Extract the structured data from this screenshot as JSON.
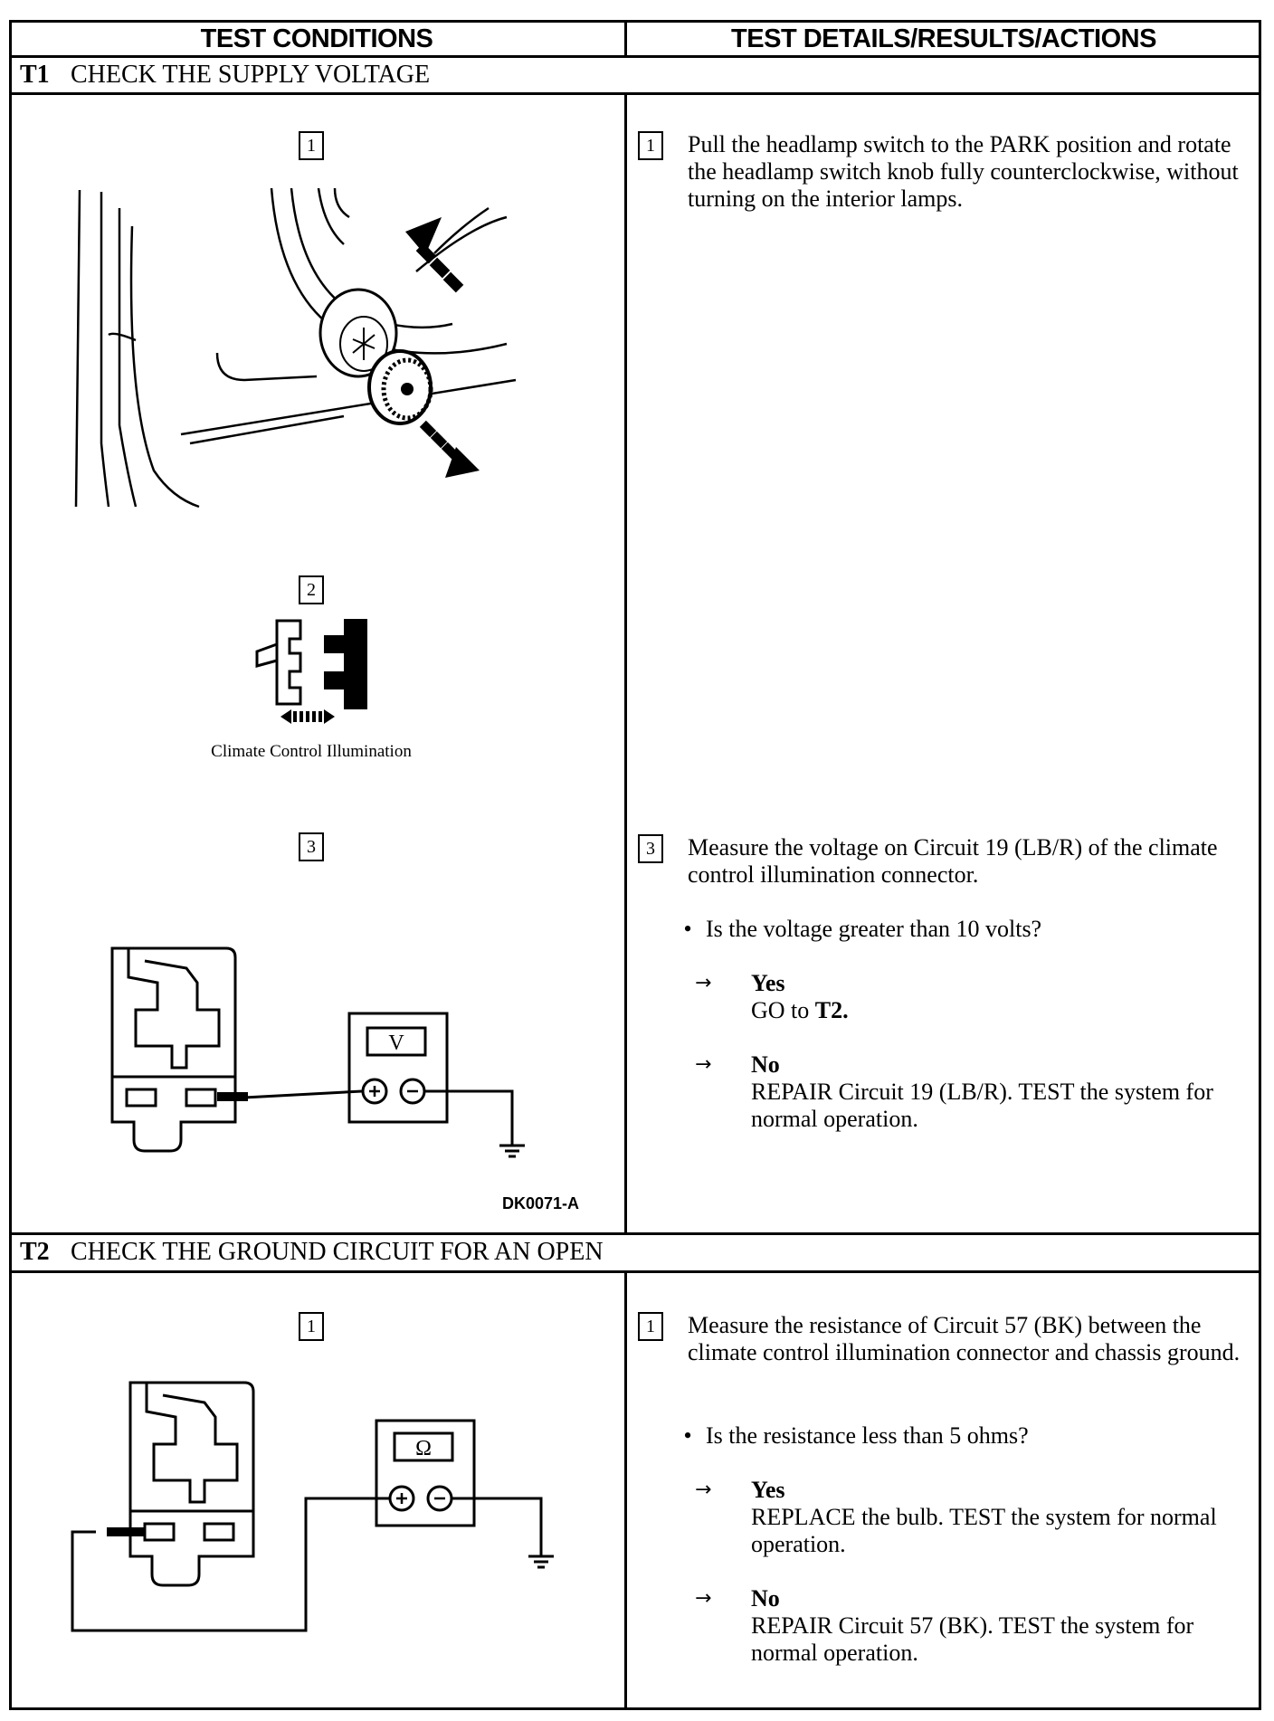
{
  "headers": {
    "conditions": "TEST CONDITIONS",
    "details": "TEST DETAILS/RESULTS/ACTIONS"
  },
  "t1": {
    "id": "T1",
    "title": "CHECK THE SUPPLY VOLTAGE",
    "steps": {
      "s1": {
        "num": "1",
        "text": "Pull the headlamp switch to the PARK position and rotate the headlamp switch knob fully counterclockwise, without turning on the interior lamps."
      },
      "s2": {
        "num": "2",
        "caption": "Climate Control Illumination"
      },
      "s3": {
        "num": "3",
        "text": "Measure the voltage on Circuit 19 (LB/R) of the climate control illumination connector.",
        "question": "Is the voltage greater than 10 volts?",
        "yes_label": "Yes",
        "yes_prefix": "GO to",
        "yes_target": "T2.",
        "no_label": "No",
        "no_text": "REPAIR Circuit 19 (LB/R). TEST the system for normal operation.",
        "meter_symbol": "V"
      }
    },
    "figure_id": "DK0071-A"
  },
  "t2": {
    "id": "T2",
    "title": "CHECK THE GROUND CIRCUIT FOR AN OPEN",
    "steps": {
      "s1": {
        "num": "1",
        "text": "Measure the resistance of Circuit 57 (BK) between the climate control illumination connector and chassis ground.",
        "question": "Is the resistance less than 5 ohms?",
        "yes_label": "Yes",
        "yes_text": "REPLACE the bulb. TEST the system for normal operation.",
        "no_label": "No",
        "no_text": "REPAIR Circuit 57 (BK). TEST the system for normal operation.",
        "meter_symbol": "Ω"
      }
    }
  },
  "symbols": {
    "bullet": "•",
    "arrow": "→",
    "plus": "+",
    "minus": "−"
  }
}
